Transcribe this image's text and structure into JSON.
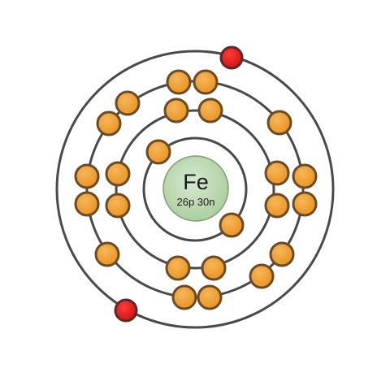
{
  "diagram": {
    "element_symbol": "Fe",
    "nucleus_label": "26p 30n",
    "shells": [
      {
        "electron_count": 2
      },
      {
        "electron_count": 8
      },
      {
        "electron_count": 14
      },
      {
        "electron_count": 2
      }
    ],
    "colors": {
      "background": "#ffffff",
      "orbit_stroke": "#4a4a4a",
      "nucleus_fill": "#bcd9b0",
      "nucleus_stroke": "#7f9f72",
      "electron_fill": "#f2a23a",
      "electron_stroke": "#6b4a26",
      "valence_electron_fill": "#e41e1e",
      "valence_electron_stroke": "#5a2a2a"
    }
  }
}
